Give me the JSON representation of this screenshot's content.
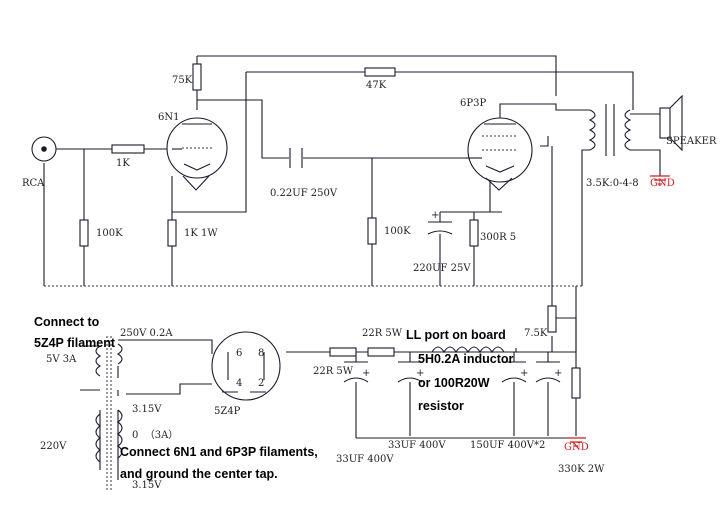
{
  "schematic": {
    "labels": {
      "rca": "RCA",
      "r_1k_in": "1K",
      "r_100k_grid": "100K",
      "tube_6n1": "6N1",
      "r_75k": "75K",
      "r_1k_1w": "1K 1W",
      "r_47k": "47K",
      "c_022": "0.22UF 250V",
      "r_100k_out": "100K",
      "tube_6p3p": "6P3P",
      "r_300r": "300R 5",
      "c_220uf": "220UF 25V",
      "transformer_taps": "3.5K:0-4-8",
      "speaker": "SPEAKER",
      "gnd_top": "GND",
      "sec_250v": "250V 0.2A",
      "sec_5v": "5V 3A",
      "pri_220v": "220V",
      "sec_315_a": "3.15V",
      "sec_0_3a": "0  （3A）",
      "sec_315_b": "3.15V",
      "tube_5z4p": "5Z4P",
      "r_22r_a": "22R 5W",
      "r_22r_b": "22R 5W",
      "r_7_5k": "7.5K",
      "r_330k": "330K 2W",
      "c_33uf_a": "33UF 400V",
      "c_33uf_b": "33UF 400V",
      "c_150uf": "150UF 400V*2",
      "gnd_bottom": "GND",
      "pin_6": "6",
      "pin_8": "8",
      "pin_4": "4",
      "pin_2": "2"
    },
    "notes": {
      "filament_line1": "Connect to",
      "filament_line2": "5Z4P filament",
      "ll_line1": "LL port on board",
      "ll_line2": "5H0.2A inductor",
      "ll_line3": "or 100R20W",
      "ll_line4": "resistor",
      "heater_line1": "Connect 6N1 and 6P3P filaments,",
      "heater_line2": "and ground the center tap."
    },
    "colors": {
      "wire": "#1a1a2e",
      "ground": "#cc1f1f",
      "note_text": "#000000"
    }
  }
}
